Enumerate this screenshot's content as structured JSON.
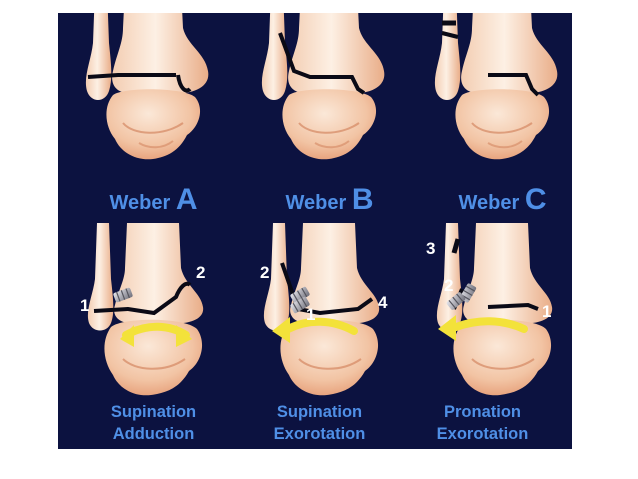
{
  "colors": {
    "panel_bg": "#0c1240",
    "label_blue": "#4f8fe6",
    "bone_light": "#f8e0cc",
    "bone_dark": "#e7a27a",
    "rotation_arrow": "#f3e23a",
    "fracture_line": "#0a0a16"
  },
  "weber": [
    {
      "prefix": "Weber",
      "letter": "A"
    },
    {
      "prefix": "Weber",
      "letter": "B"
    },
    {
      "prefix": "Weber",
      "letter": "C"
    }
  ],
  "mechanism": [
    {
      "line1": "Supination",
      "line2": "Adduction",
      "numbers": [
        "1",
        "2"
      ],
      "arrow": "right"
    },
    {
      "line1": "Supination",
      "line2": "Exorotation",
      "numbers": [
        "2",
        "1",
        "4"
      ],
      "arrow": "left"
    },
    {
      "line1": "Pronation",
      "line2": "Exorotation",
      "numbers": [
        "3",
        "2",
        "1"
      ],
      "arrow": "left"
    }
  ],
  "icons": [
    "rotation-arrow-icon",
    "screw-icon"
  ]
}
